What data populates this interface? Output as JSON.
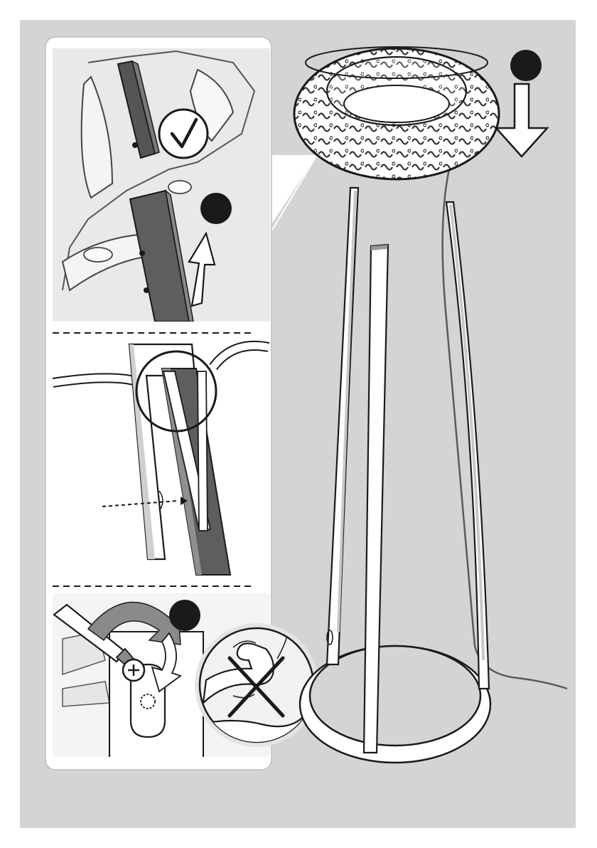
{
  "colors": {
    "page_background": "#ffffff",
    "sheet_background": "#d4d4d4",
    "panel_background": "#ffffff",
    "line": "#1a1a1a",
    "step_marker": "#1a1a1a",
    "bar_dark": "#5e5e5e",
    "bar_mid": "#9a9a9a"
  },
  "icons": {
    "step_1": "filled-circle-step-marker",
    "step_2": "filled-circle-step-marker",
    "step_3": "filled-circle-step-marker",
    "correct": "check-mark-icon",
    "insert_direction": "up-arrow-icon",
    "lower_direction": "down-arrow-icon",
    "rotate_direction": "rotate-clockwise-icon",
    "no_force": "crossed-out-arm-icon"
  },
  "panels": [
    {
      "id": "insert-bar-panel",
      "marker": "step_2",
      "check": true
    },
    {
      "id": "slot-alignment-panel",
      "marker": null,
      "check": false
    },
    {
      "id": "tighten-screw-panel",
      "marker": "step_3",
      "check": false
    }
  ]
}
